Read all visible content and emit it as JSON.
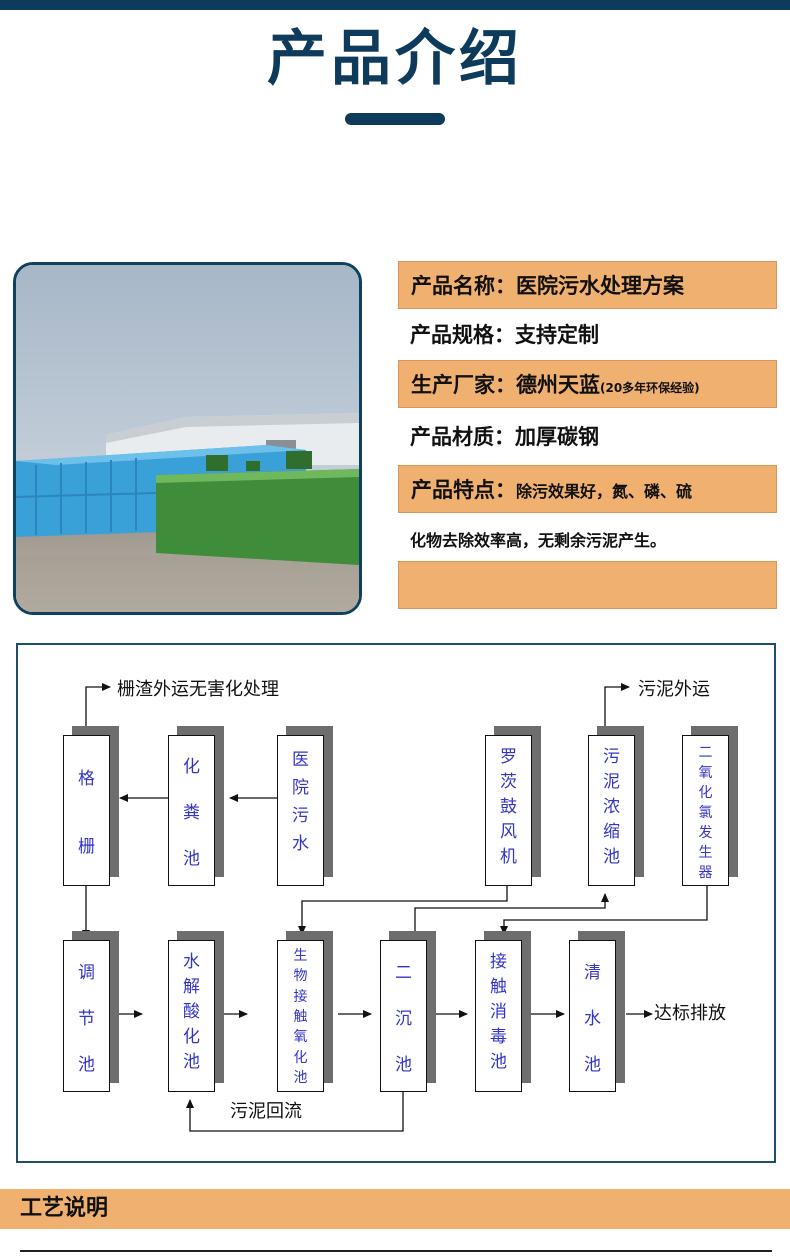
{
  "header": {
    "title": "产品介绍"
  },
  "product_info": {
    "name": "产品名称：医院污水处理方案",
    "spec": "产品规格：支持定制",
    "manufacturer": "生产厂家：德州天蓝",
    "manufacturer_note": "(20多年环保经验)",
    "material": "产品材质：加厚碳钢",
    "feature_label": "产品特点：",
    "feature_text": "除污效果好，氮、磷、硫",
    "feature_continued": "化物去除效率高，无剩余污泥产生。"
  },
  "flowchart": {
    "labels": {
      "screen_residue": "栅渣外运无害化处理",
      "sludge_out": "污泥外运",
      "discharge": "达标排放",
      "sludge_return": "污泥回流"
    },
    "boxes": {
      "grille": [
        "格",
        "栅"
      ],
      "septic": [
        "化",
        "粪",
        "池"
      ],
      "hospital_water": [
        "医",
        "院",
        "污",
        "水"
      ],
      "roots_blower": [
        "罗",
        "茨",
        "鼓",
        "风",
        "机"
      ],
      "sludge_thickener": [
        "污",
        "泥",
        "浓",
        "缩",
        "池"
      ],
      "chlorine_generator": [
        "二",
        "氧",
        "化",
        "氯",
        "发",
        "生",
        "器"
      ],
      "regulating": [
        "调",
        "节",
        "池"
      ],
      "hydrolysis": [
        "水",
        "解",
        "酸",
        "化",
        "池"
      ],
      "bio_contact": [
        "生",
        "物",
        "接",
        "触",
        "氧",
        "化",
        "池"
      ],
      "secondary_settling": [
        "二",
        "沉",
        "池"
      ],
      "disinfection": [
        "接",
        "触",
        "消",
        "毒",
        "池"
      ],
      "clear_water": [
        "清",
        "水",
        "池"
      ]
    }
  },
  "section": {
    "title": "工艺说明"
  },
  "colors": {
    "navy": "#0e3a5c",
    "orange": "#f0b070",
    "box_text": "#3434c8"
  }
}
